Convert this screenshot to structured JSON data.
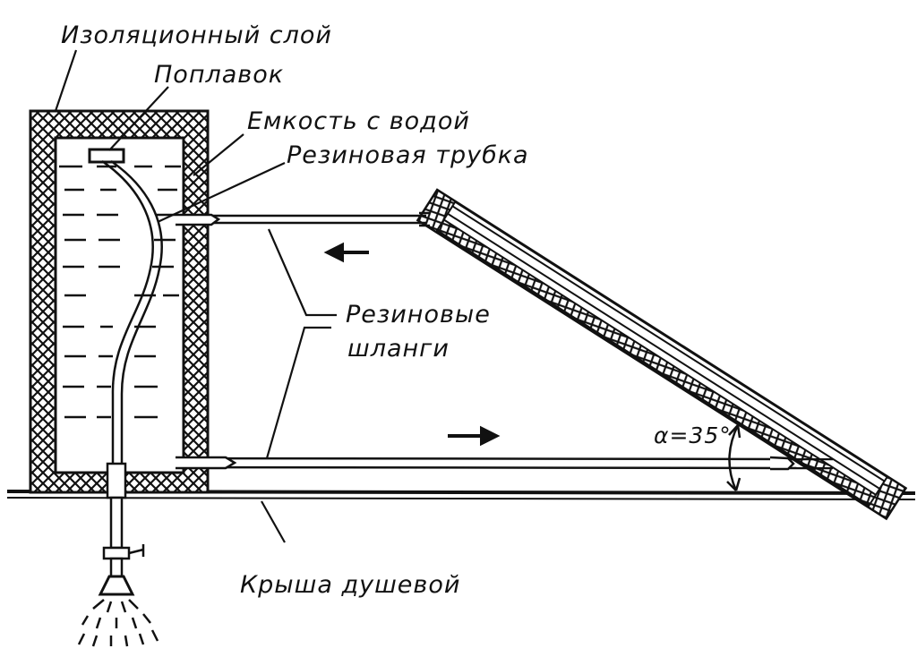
{
  "labels": {
    "insulation_layer": "Изоляционный слой",
    "float": "Поплавок",
    "water_tank": "Емкость с водой",
    "rubber_tube": "Резиновая трубка",
    "rubber_hoses_line1": "Резиновые",
    "rubber_hoses_line2": "шланги",
    "angle": "α=35°",
    "shower_roof": "Крыша душевой"
  },
  "colors": {
    "ink": "#111111",
    "background": "#ffffff"
  }
}
